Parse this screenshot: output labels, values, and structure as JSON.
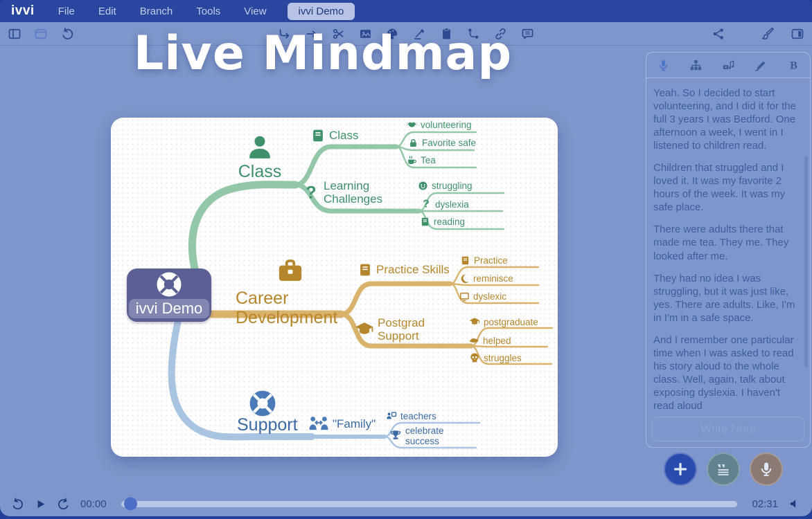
{
  "menubar": {
    "logo": "ivvi",
    "items": [
      "File",
      "Edit",
      "Branch",
      "Tools",
      "View"
    ],
    "tab": "ivvi Demo"
  },
  "toolbar": {
    "left": [
      "panel-left-icon",
      "window-icon",
      "undo-icon"
    ],
    "center": [
      "hook-arrow-icon",
      "arrow-right-icon",
      "scissors-icon",
      "image-icon",
      "palette-icon",
      "pencil-line-icon",
      "clipboard-icon",
      "node-link-icon",
      "link-icon",
      "comment-icon"
    ],
    "right": [
      "share-icon",
      "brush-icon",
      "panel-right-icon"
    ]
  },
  "overlay_title": "Live Mindmap",
  "colors": {
    "background": "#7e96cb",
    "menubar": "#2a47a0",
    "root_node": "#5b6094",
    "branch_green_line": "#92c7a8",
    "branch_green_text": "#3e916a",
    "branch_gold_line": "#d9b36b",
    "branch_gold_text": "#b5862b",
    "branch_blue_line": "#a9c4e1",
    "branch_blue_text": "#3a6aa6"
  },
  "mindmap": {
    "root": {
      "label": "ivvi Demo",
      "icon": "life-ring-icon"
    },
    "branches": [
      {
        "label": "Class",
        "icon": "person-icon",
        "children": [
          {
            "label": "Class",
            "icon": "book-icon",
            "leaves": [
              {
                "label": "volunteering",
                "icon": "handshake-icon"
              },
              {
                "label": "Favorite safe",
                "icon": "lock-icon"
              },
              {
                "label": "Tea",
                "icon": "cup-icon"
              }
            ]
          },
          {
            "label": "Learning Challenges",
            "icon": "question-icon",
            "leaves": [
              {
                "label": "struggling",
                "icon": "crying-face-icon"
              },
              {
                "label": "dyslexia",
                "icon": "question-icon"
              },
              {
                "label": "reading",
                "icon": "book-icon"
              }
            ]
          }
        ]
      },
      {
        "label": "Career Development",
        "icon": "briefcase-icon",
        "children": [
          {
            "label": "Practice Skills",
            "icon": "book-icon",
            "leaves": [
              {
                "label": "Practice",
                "icon": "book-icon"
              },
              {
                "label": "reminisce",
                "icon": "moon-icon"
              },
              {
                "label": "dyslexic",
                "icon": "monitor-icon"
              }
            ]
          },
          {
            "label": "Postgrad Support",
            "icon": "grad-cap-icon",
            "leaves": [
              {
                "label": "postgraduate",
                "icon": "grad-cap-icon"
              },
              {
                "label": "helped",
                "icon": "hand-icon"
              },
              {
                "label": "struggles",
                "icon": "skull-icon"
              }
            ]
          }
        ]
      },
      {
        "label": "Support",
        "icon": "life-ring-icon",
        "children": [
          {
            "label": "\"Family\"",
            "icon": "people-arrows-icon",
            "leaves": [
              {
                "label": "teachers",
                "icon": "teacher-icon"
              },
              {
                "label": "celebrate success",
                "icon": "trophy-icon"
              }
            ]
          }
        ]
      }
    ]
  },
  "sidebar": {
    "tabs": [
      "mic-icon",
      "tree-icon",
      "media-icon",
      "highlighter-icon",
      "bold-icon"
    ],
    "paragraphs": [
      "Yeah. So I decided to start volunteering, and I did it for the full 3 years I was Bedford. One afternoon a week, I went in I listened to children read.",
      "Children that struggled and I loved it. It was my favorite 2 hours of the week. It was my safe place.",
      "There were adults there that made me tea. They me. They looked after me.",
      "They had no idea I was struggling, but it was just like, yes. There are adults. Like, I'm in I'm in a safe space.",
      "And I remember one particular time when I was asked to read his story aloud to the whole class. Well, again, talk about exposing dyslexia. I haven't read aloud"
    ],
    "write_note_label": "Write Note",
    "fab_icons": [
      "plus-icon",
      "quote-icon",
      "mic-icon"
    ]
  },
  "playbar": {
    "icons": [
      "skip-back-icon",
      "play-icon",
      "skip-forward-icon",
      "volume-icon"
    ],
    "current_time": "00:00",
    "total_time": "02:31"
  }
}
